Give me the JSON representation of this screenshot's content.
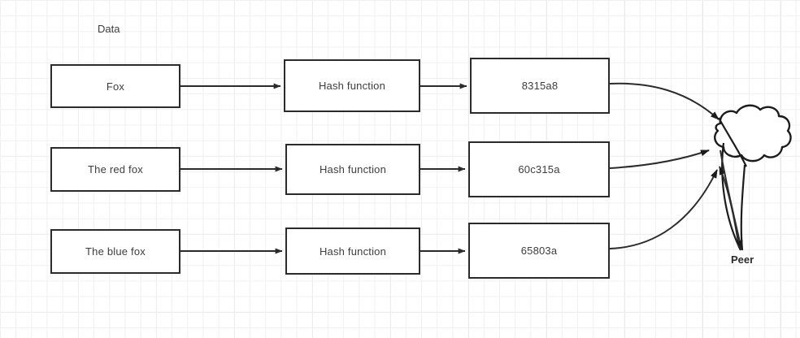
{
  "diagram": {
    "title_label": "Data",
    "peer_label": "Peer",
    "rows": [
      {
        "data": "Fox",
        "hash_fn": "Hash function",
        "digest": "8315a8"
      },
      {
        "data": "The red fox",
        "hash_fn": "Hash function",
        "digest": "60c315a"
      },
      {
        "data": "The blue fox",
        "hash_fn": "Hash function",
        "digest": "65803a"
      }
    ],
    "colors": {
      "box_border": "#2b2b2b",
      "box_fill": "#ffffff",
      "text": "#3d3d3d",
      "edge": "#2b2b2b",
      "grid_minor": "#f0f0f0",
      "grid_major": "#e2e2e2",
      "cloud_stroke": "#1c1c1c"
    },
    "icons": {
      "cloud": "cloud-icon",
      "arrow": "arrow-head-icon"
    }
  }
}
